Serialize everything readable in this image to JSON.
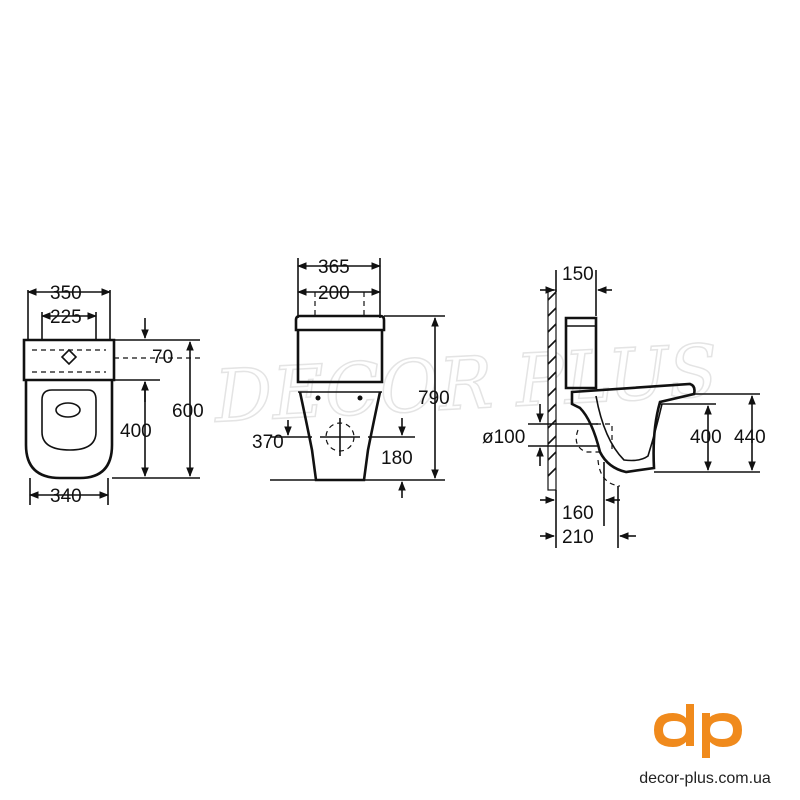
{
  "watermark": "DECOR PLUS",
  "views": {
    "top": {
      "dims": {
        "width_outer": "350",
        "width_inner": "225",
        "tank_offset": "70",
        "seat_length": "400",
        "depth": "600",
        "base_width": "340"
      }
    },
    "front": {
      "dims": {
        "tank_width": "365",
        "seat_width": "200",
        "total_height": "790",
        "outlet_height": "370",
        "inlet_height": "180"
      }
    },
    "side": {
      "dims": {
        "tank_depth": "150",
        "outlet_diameter": "ø100",
        "floor_to_seat": "400",
        "floor_to_rim": "440",
        "outlet_offset": "160",
        "outlet_total": "210"
      }
    }
  },
  "brand": {
    "logo_text": "dp",
    "logo_color": "#f08a1c",
    "url": "decor-plus.com.ua"
  }
}
